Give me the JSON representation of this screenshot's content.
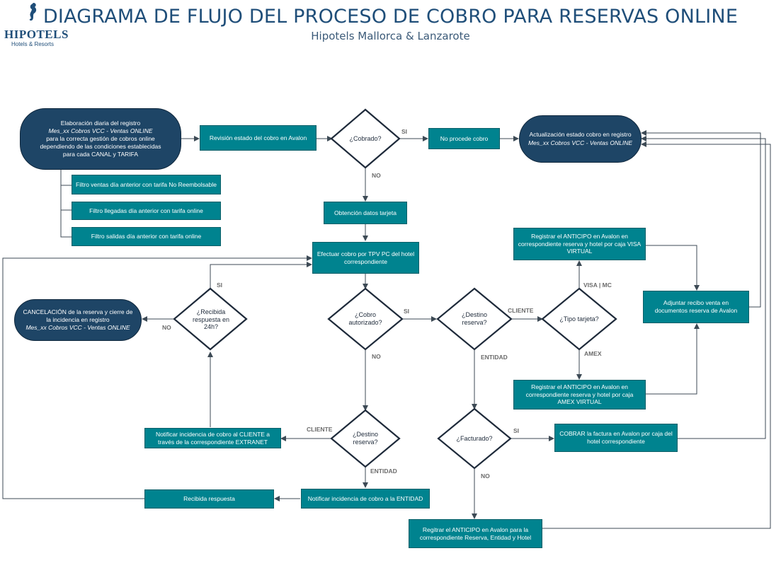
{
  "header": {
    "title": "DIAGRAMA DE FLUJO DEL PROCESO DE COBRO PARA RESERVAS ONLINE",
    "subtitle": "Hipotels Mallorca & Lanzarote",
    "logo_brand": "HIPOTELS",
    "logo_tagline": "Hotels & Resorts"
  },
  "colors": {
    "box": "#00838f",
    "pill": "#1e4566",
    "title": "#1f4e79",
    "line": "#3d4a55"
  },
  "nodes": {
    "start": {
      "line1": "Elaboración diaria del registro",
      "line2": "Mes_xx Cobros VCC - Ventas ONLINE",
      "line3": "para la correcta gestión de cobros online",
      "line4": "dependiendo de las condiciones establecidas",
      "line5": "para cada CANAL y TARIFA"
    },
    "filter1": "Filtro ventas día anterior con tarifa No Reembolsable",
    "filter2": "Filtro llegadas día anterior con tarifa online",
    "filter3": "Filtro salidas día anterior con tarifa online",
    "review": "Revisión estado del cobro en Avalon",
    "cobrado": "¿Cobrado?",
    "no_procede": "No procede cobro",
    "update": {
      "line1": "Actualización estado cobro en registro",
      "line2": "Mes_xx Cobros VCC - Ventas ONLINE"
    },
    "obtencion": "Obtención datos tarjeta",
    "efectuar": "Efectuar cobro por TPV PC del hotel correspondiente",
    "cobro_autorizado": "¿Cobro autorizado?",
    "destino1": "¿Destino reserva?",
    "tipo_tarjeta": "¿Tipo tarjeta?",
    "visa": "Registrar el ANTICIPO en Avalon en correspondiente reserva y hotel por caja VISA VIRTUAL",
    "amex": "Registrar el ANTICIPO en Avalon en correspondiente reserva y hotel por caja AMEX VIRTUAL",
    "adjuntar": "Adjuntar recibo venta en documentos reserva de Avalon",
    "facturado": "¿Facturado?",
    "cobrar_factura": "COBRAR la factura en Avalon por caja del hotel correspondiente",
    "registrar_entidad": "Regitrar el ANTICIPO en Avalon para la correspondiente Reserva, Entidad y Hotel",
    "destino2": "¿Destino reserva?",
    "notificar_cliente": "Notificar incidencia de cobro al CLIENTE  a través de la correspondiente EXTRANET",
    "notificar_entidad": "Notificar incidencia de cobro a la ENTIDAD",
    "recibida": "Recibida respuesta",
    "respuesta24": "¿Recibida respuesta en 24h?",
    "cancelacion": {
      "line1": "CANCELACIÓN de la reserva y cierre de",
      "line2": "la incidencia en registro",
      "line3": "Mes_xx Cobros VCC - Ventas ONLINE"
    }
  },
  "labels": {
    "si_cobrado": "SI",
    "no_cobrado": "NO",
    "si_autorizado": "SI",
    "no_autorizado": "NO",
    "cliente1": "CLIENTE",
    "entidad1": "ENTIDAD",
    "visa_mc": "VISA | MC",
    "amex": "AMEX",
    "si_facturado": "SI",
    "no_facturado": "NO",
    "cliente2": "CLIENTE",
    "entidad2": "ENTIDAD",
    "si_24h": "SI",
    "no_24h": "NO"
  }
}
